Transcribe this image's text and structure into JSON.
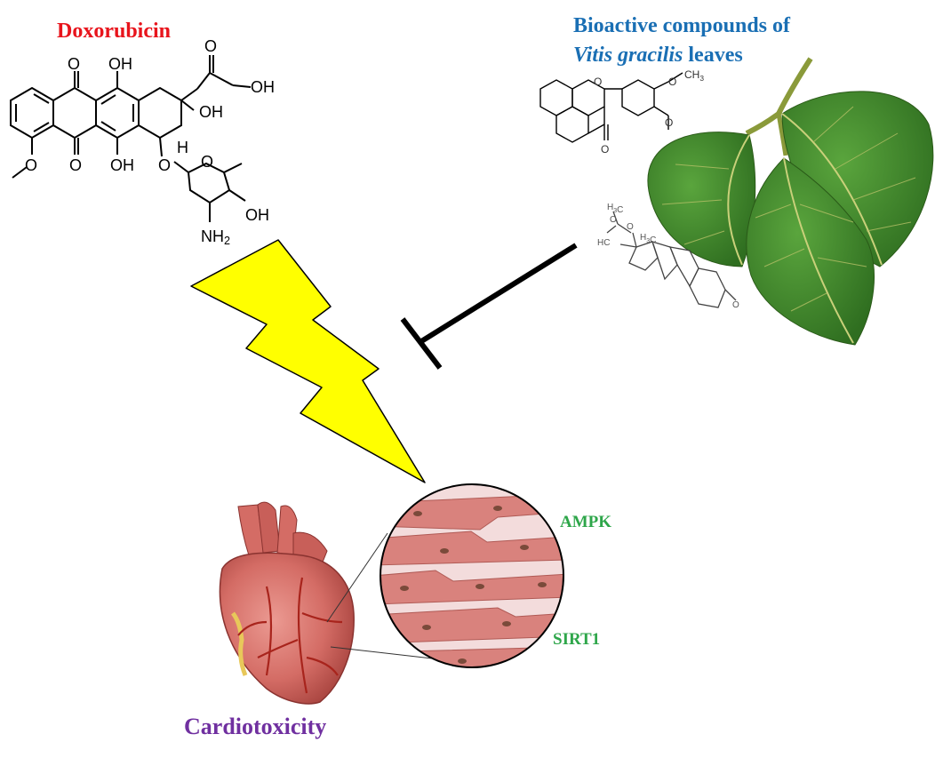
{
  "colors": {
    "doxorubicin": "#e8141c",
    "bioactive": "#1a6fb4",
    "cardiotoxicity": "#7030a0",
    "markers": "#2ea64a",
    "lightning_fill": "#ffff00",
    "inhibitor": "#000000",
    "leaf": "#3f8a2c",
    "heart": "#d9736c"
  },
  "doxorubicin": {
    "title": "Doxorubicin",
    "atoms": {
      "o_top1": "O",
      "oh_top": "OH",
      "o_top2": "O",
      "oh_right": "OH",
      "oh_mid": "OH",
      "h": "H",
      "o_methoxy": "O",
      "o_bottom": "O",
      "oh_bottom": "OH",
      "o_glyco": "O",
      "o_ring": "O",
      "oh_sugar": "OH",
      "nh2": "NH2"
    }
  },
  "bioactive": {
    "title_line1": "Bioactive compounds of",
    "title_italic": "Vitis gracilis",
    "title_rest": " leaves",
    "flavone_atoms": {
      "o_ring": "O",
      "o_methoxy": "O",
      "ch3": "CH3",
      "o_meth2": "O",
      "o_keto": "O"
    },
    "steroid_atoms": {
      "h3c_top": "H3C",
      "o_ester": "O",
      "o_acyl": "O",
      "hc": "HC",
      "h3c": "H3C",
      "o_keto": "O"
    }
  },
  "cardio": {
    "title": "Cardiotoxicity",
    "marker1": "AMPK",
    "marker2": "SIRT1"
  }
}
